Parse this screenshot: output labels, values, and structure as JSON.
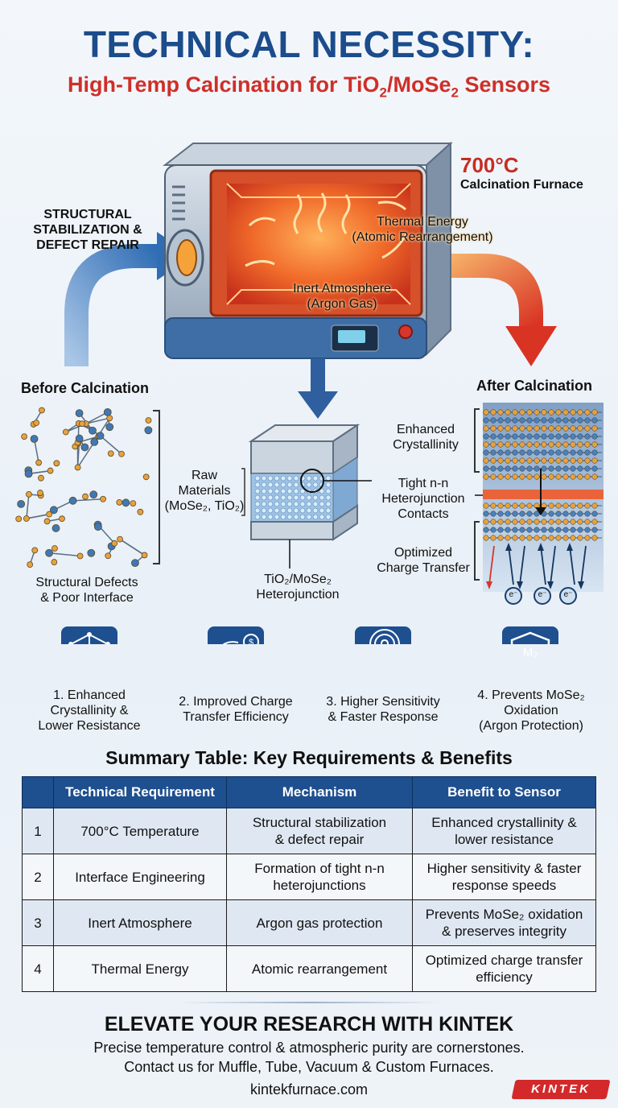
{
  "header": {
    "title": "TECHNICAL NECESSITY:",
    "subtitle_main": "High-Temp Calcination for TiO",
    "subtitle_sub1": "2",
    "subtitle_mid": "/MoSe",
    "subtitle_sub2": "2",
    "subtitle_end": " Sensors"
  },
  "furnace": {
    "temperature": "700°C",
    "name": "Calcination Furnace",
    "thermal_line1": "Thermal Energy",
    "thermal_line2": "(Atomic Rearrangement)",
    "inert_line1": "Inert Atmosphere",
    "inert_line2": "(Argon Gas)"
  },
  "left_label": {
    "line1": "STRUCTURAL",
    "line2": "STABILIZATION &",
    "line3": "DEFECT REPAIR"
  },
  "before": {
    "title": "Before Calcination",
    "caption_line1": "Structural Defects",
    "caption_line2": "& Poor Interface"
  },
  "center": {
    "raw_line1": "Raw",
    "raw_line2": "Materials",
    "raw_line3": "(MoSe₂, TiO₂)",
    "hetero_line1": "TiO₂/MoSe₂",
    "hetero_line2": "Heterojunction"
  },
  "after": {
    "title": "After Calcination",
    "enhanced_line1": "Enhanced",
    "enhanced_line2": "Crystallinity",
    "tight_line1": "Tight n-n",
    "tight_line2": "Heterojunction",
    "tight_line3": "Contacts",
    "charge_line1": "Optimized",
    "charge_line2": "Charge Transfer",
    "electron": "e⁻"
  },
  "cards": [
    {
      "icon": "crystal-lattice-icon",
      "line1": "1. Enhanced",
      "line2": "Crystallinity &",
      "line3": "Lower Resistance"
    },
    {
      "icon": "charge-exchange-icon",
      "line1": "2. Improved Charge",
      "line2": "Transfer Efficiency",
      "line3": ""
    },
    {
      "icon": "touch-hand-icon",
      "line1": "3. Higher Sensitivity",
      "line2": "& Faster Response",
      "line3": ""
    },
    {
      "icon": "shield-icon",
      "line1": "4. Prevents MoSe₂",
      "line2": "Oxidation",
      "line3": "(Argon Protection)",
      "badge": "M₂"
    }
  ],
  "summary": {
    "title": "Summary Table: Key Requirements & Benefits",
    "headers": [
      "",
      "Technical Requirement",
      "Mechanism",
      "Benefit to Sensor"
    ],
    "rows": [
      {
        "num": "1",
        "req": "700°C Temperature",
        "mech1": "Structural stabilization",
        "mech2": "& defect repair",
        "ben1": "Enhanced crystallinity &",
        "ben2": "lower resistance"
      },
      {
        "num": "2",
        "req": "Interface Engineering",
        "mech1": "Formation of tight n-n",
        "mech2": "heterojunctions",
        "ben1": "Higher sensitivity & faster",
        "ben2": "response speeds"
      },
      {
        "num": "3",
        "req": "Inert Atmosphere",
        "mech1": "Argon gas protection",
        "mech2": "",
        "ben1": "Prevents MoSe₂ oxidation",
        "ben2": "& preserves integrity"
      },
      {
        "num": "4",
        "req": "Thermal Energy",
        "mech1": "Atomic rearrangement",
        "mech2": "",
        "ben1": "Optimized charge transfer",
        "ben2": "efficiency"
      }
    ]
  },
  "cta": {
    "title": "ELEVATE YOUR RESEARCH WITH KINTEK",
    "line1": "Precise temperature control & atmospheric purity are cornerstones.",
    "line2": "Contact us for Muffle, Tube, Vacuum & Custom Furnaces.",
    "website": "kintekfurnace.com",
    "logo": "KINTEK"
  },
  "colors": {
    "primary_blue": "#1e4f8f",
    "accent_red": "#cf2f29",
    "furnace_orange": "#f26b2a"
  }
}
